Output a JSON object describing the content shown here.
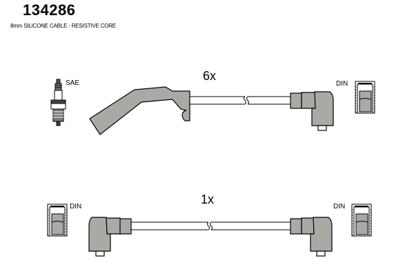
{
  "header": {
    "part_number": "134286",
    "description": "8mm SILICONE CABLE - RESISTIVE CORE"
  },
  "cable_sets": [
    {
      "quantity": "6x",
      "left_label": "SAE",
      "right_label": "DIN"
    },
    {
      "quantity": "1x",
      "left_label": "DIN",
      "right_label": "DIN"
    }
  ],
  "colors": {
    "boot_fill": "#a8aaa6",
    "outline": "#000000",
    "background": "#ffffff"
  }
}
